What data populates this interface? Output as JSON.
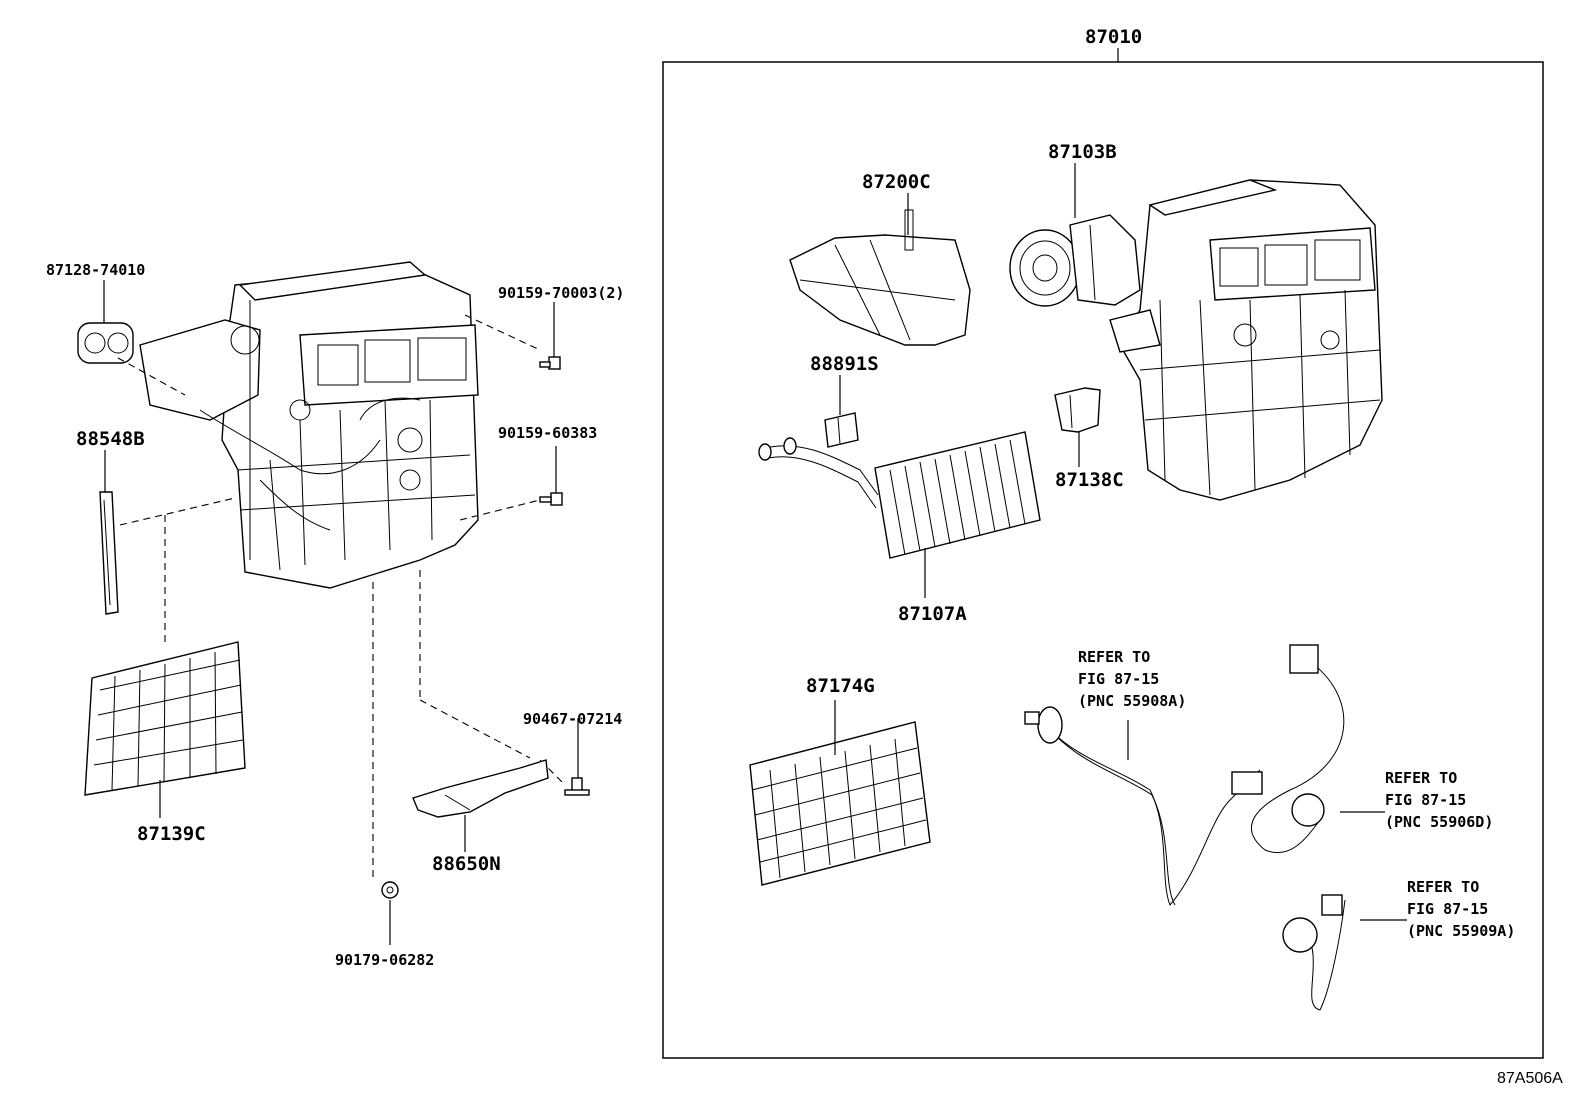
{
  "diagram_id": "87A506A",
  "assembly": {
    "part_number": "87010"
  },
  "left_parts": [
    {
      "id": "p87128",
      "label": "87128-74010"
    },
    {
      "id": "p88548",
      "label": "88548B"
    },
    {
      "id": "p87139",
      "label": "87139C"
    },
    {
      "id": "p90159a",
      "label": "90159-70003(2)"
    },
    {
      "id": "p90159b",
      "label": "90159-60383"
    },
    {
      "id": "p90467",
      "label": "90467-07214"
    },
    {
      "id": "p88650",
      "label": "88650N"
    },
    {
      "id": "p90179",
      "label": "90179-06282"
    }
  ],
  "assembly_parts": [
    {
      "id": "p87200",
      "label": "87200C"
    },
    {
      "id": "p87103",
      "label": "87103B"
    },
    {
      "id": "p88891",
      "label": "88891S"
    },
    {
      "id": "p87107",
      "label": "87107A"
    },
    {
      "id": "p87138",
      "label": "87138C"
    },
    {
      "id": "p87174",
      "label": "87174G"
    }
  ],
  "references": [
    {
      "line1": "REFER TO",
      "line2": "FIG 87-15",
      "line3": "(PNC 55908A)"
    },
    {
      "line1": "REFER TO",
      "line2": "FIG 87-15",
      "line3": "(PNC 55906D)"
    },
    {
      "line1": "REFER TO",
      "line2": "FIG 87-15",
      "line3": "(PNC 55909A)"
    }
  ]
}
